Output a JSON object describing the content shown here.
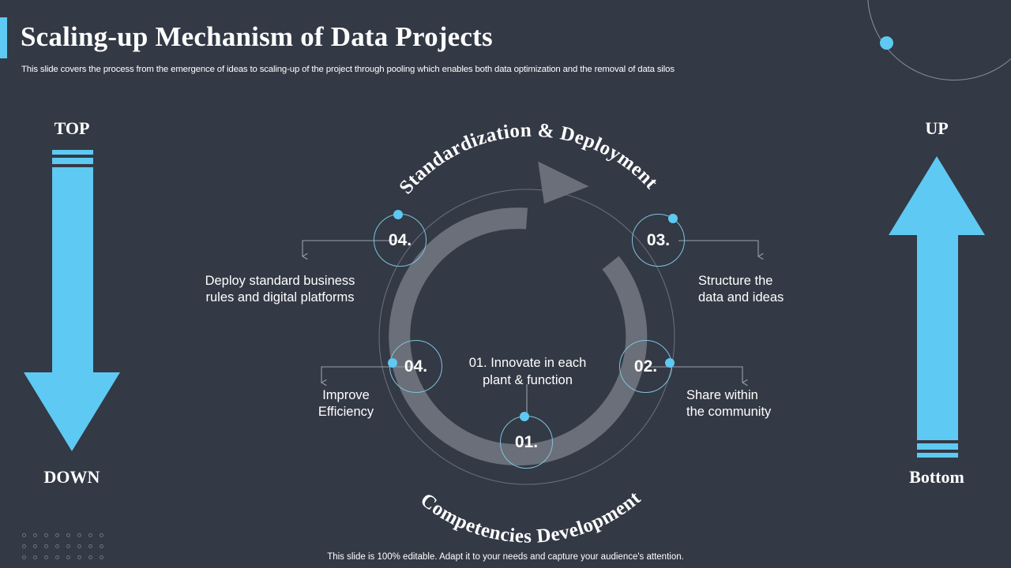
{
  "slide": {
    "title": "Scaling-up Mechanism of Data Projects",
    "subtitle": "This slide covers the process from the emergence of ideas to scaling-up of the project through pooling which enables both data optimization and the removal of data silos",
    "footer": "This slide is 100% editable. Adapt it to your needs and capture your audience's attention.",
    "background_color": "#333945",
    "accent_color": "#5ec9f2"
  },
  "left_arrow": {
    "top_caption": "TOP",
    "bottom_caption": "DOWN",
    "direction": "down",
    "color": "#5ec9f2"
  },
  "right_arrow": {
    "top_caption": "UP",
    "bottom_caption": "Bottom",
    "direction": "up",
    "color": "#5ec9f2"
  },
  "cycle": {
    "arc_caption_top": "Standardization & Deployment",
    "arc_caption_bottom": "Competencies Development",
    "center_text": "01. Innovate in each\nplant & function",
    "ring_color": "#6a6f79",
    "node_stroke": "#7fc3da",
    "nodes": [
      {
        "id": "node-04-top",
        "number": "04.",
        "label": "Deploy standard business\nrules and digital platforms"
      },
      {
        "id": "node-03",
        "number": "03.",
        "label": "Structure the\ndata and ideas"
      },
      {
        "id": "node-04-middle",
        "number": "04.",
        "label": "Improve\nEfficiency"
      },
      {
        "id": "node-02",
        "number": "02.",
        "label": "Share within\nthe community"
      },
      {
        "id": "node-01-bottom",
        "number": "01.",
        "label": ""
      }
    ]
  }
}
